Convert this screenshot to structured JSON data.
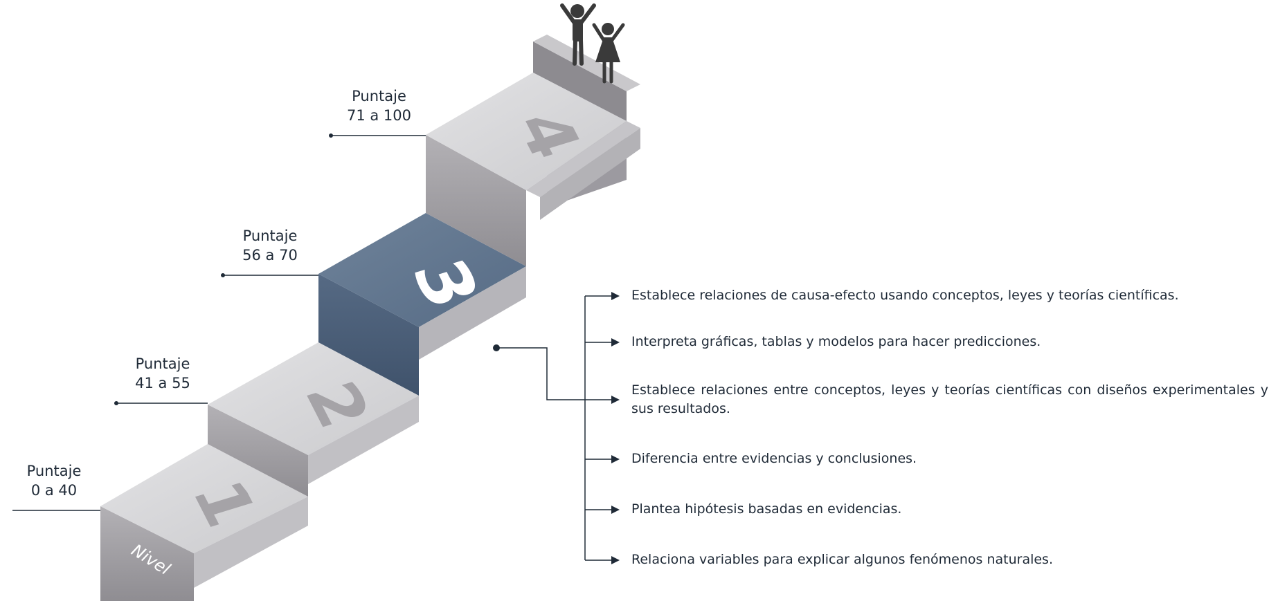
{
  "levels": [
    {
      "number": "1",
      "score_label": "Puntaje",
      "score_range": "0 a 40"
    },
    {
      "number": "2",
      "score_label": "Puntaje",
      "score_range": "41 a 55"
    },
    {
      "number": "3",
      "score_label": "Puntaje",
      "score_range": "56 a 70"
    },
    {
      "number": "4",
      "score_label": "Puntaje",
      "score_range": "71 a 100"
    }
  ],
  "nivel_label": "Nivel",
  "highlighted_level": "3",
  "colors": {
    "step_top": "#d6d6d8",
    "step_riser": "#a9a7ab",
    "step_side": "#bebdc1",
    "level3_top": "#64788f",
    "level3_riser": "#4f6480",
    "line": "#1f2a37",
    "digit": "#a5a3a7"
  },
  "descriptors": [
    "Establece relaciones de causa-efecto usando conceptos, leyes y teorías científicas.",
    "Interpreta gráficas, tablas y modelos para hacer predicciones.",
    "Establece relaciones entre conceptos, leyes y teorías científicas con diseños experimentales y sus resultados.",
    "Diferencia entre evidencias y conclusiones.",
    "Plantea hipótesis basadas en evidencias.",
    "Relaciona variables para explicar algunos fenómenos naturales."
  ]
}
